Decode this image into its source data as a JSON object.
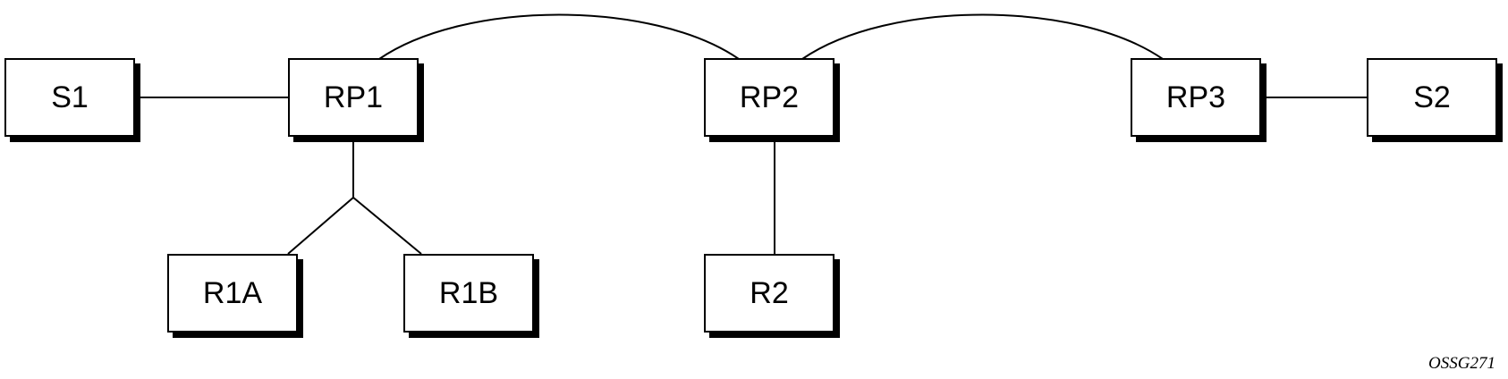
{
  "diagram": {
    "nodes": [
      {
        "id": "S1",
        "label": "S1"
      },
      {
        "id": "RP1",
        "label": "RP1"
      },
      {
        "id": "RP2",
        "label": "RP2"
      },
      {
        "id": "RP3",
        "label": "RP3"
      },
      {
        "id": "S2",
        "label": "S2"
      },
      {
        "id": "R1A",
        "label": "R1A"
      },
      {
        "id": "R1B",
        "label": "R1B"
      },
      {
        "id": "R2",
        "label": "R2"
      }
    ],
    "edges": [
      {
        "from": "S1",
        "to": "RP1",
        "style": "straight"
      },
      {
        "from": "RP1",
        "to": "RP2",
        "style": "arc"
      },
      {
        "from": "RP2",
        "to": "RP3",
        "style": "arc"
      },
      {
        "from": "RP3",
        "to": "S2",
        "style": "straight"
      },
      {
        "from": "RP1",
        "to": "R1A",
        "style": "branch"
      },
      {
        "from": "RP1",
        "to": "R1B",
        "style": "branch"
      },
      {
        "from": "RP2",
        "to": "R2",
        "style": "straight"
      }
    ],
    "figure_id": "OSSG271"
  }
}
